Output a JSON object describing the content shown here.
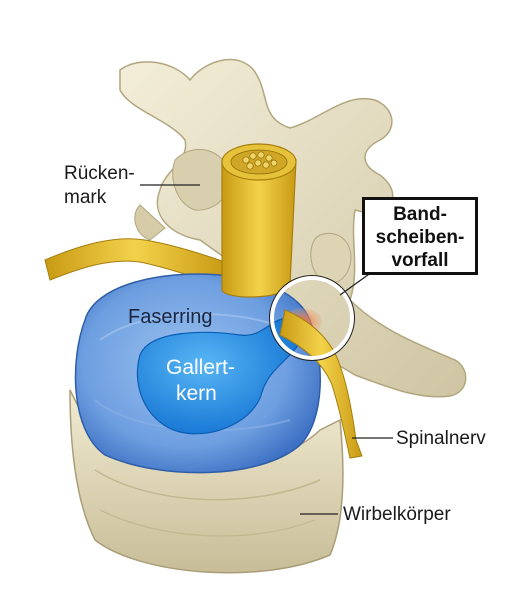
{
  "labels": {
    "rueckenmark_line1": "Rücken-",
    "rueckenmark_line2": "mark",
    "faserring": "Faserring",
    "gallertkern_line1": "Gallert-",
    "gallertkern_line2": "kern",
    "spinalnerv": "Spinalnerv",
    "wirbelkoerper": "Wirbelkörper",
    "bandscheibenvorfall_line1": "Band-",
    "bandscheibenvorfall_line2": "scheiben-",
    "bandscheibenvorfall_line3": "vorfall"
  },
  "colors": {
    "bone": "#e8e1c6",
    "bone_shadow": "#b9ae8a",
    "disc_outer": "#5a8fd8",
    "disc_nucleus": "#1f86e0",
    "nerve": "#e9c230",
    "herniation": "#e84a1a"
  }
}
